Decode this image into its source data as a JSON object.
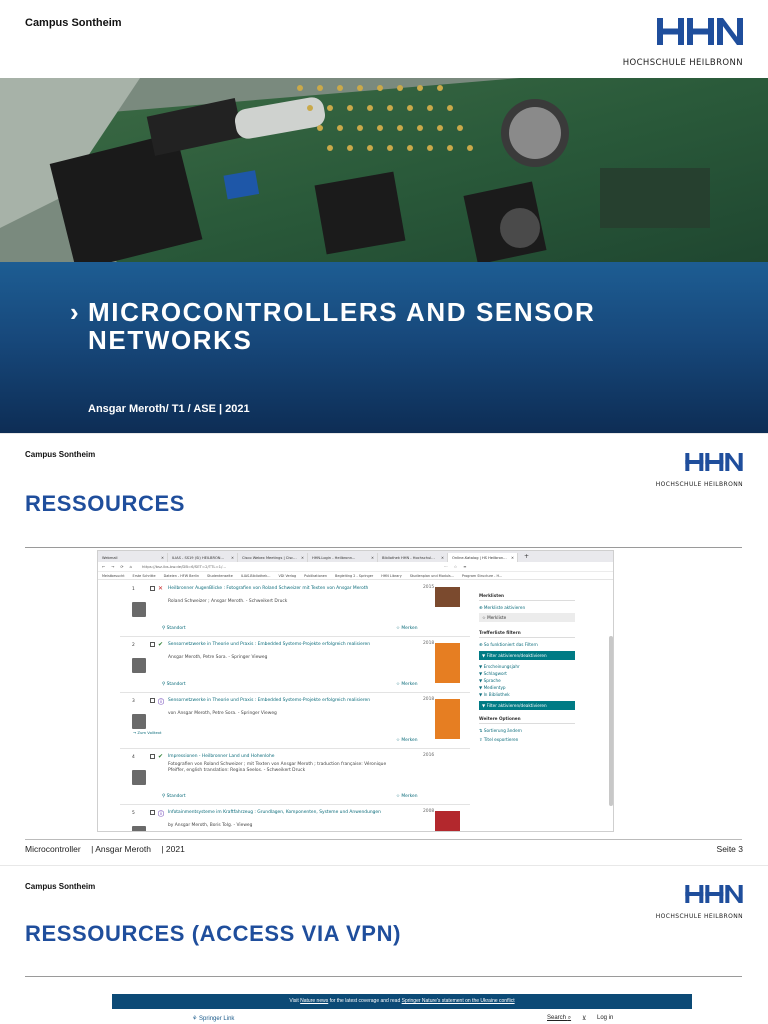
{
  "colors": {
    "brand_blue": "#1f4e9c",
    "band_blue": "#17487b",
    "link_teal": "#0a6b7a",
    "springer_blue": "#0c4a76"
  },
  "logo": {
    "mark": "HHN",
    "subtitle": "HOCHSCHULE HEILBRONN"
  },
  "slide1": {
    "campus": "Campus Sontheim",
    "title_chevron": "›",
    "title_line1": "MICROCONTROLLERS AND SENSOR",
    "title_line2": "NETWORKS",
    "author": "Ansgar Meroth/ T1 / ASE | 2021"
  },
  "slide2": {
    "campus": "Campus Sontheim",
    "heading": "RESSOURCES",
    "browser": {
      "tabs": [
        {
          "label": "Webmail"
        },
        {
          "label": "ILIAS - SS19 (Si) HEILBRON..."
        },
        {
          "label": "Cisco Webex Meetings | Cisc..."
        },
        {
          "label": "HHN-Login - Heilbronn..."
        },
        {
          "label": "Bibliothek HHN - Hochschul..."
        },
        {
          "label": "Online-Katalog | HS Heilbron..."
        }
      ],
      "url": "https://bsz.ibs-bw.de/DB=6/SET=2/TTL=1/...",
      "bookmarks": [
        "Meistbesucht",
        "Erste Schritte",
        "Dateien - HFW Berlin",
        "Studentenseite",
        "ILIAS-Bibliothek...",
        "VDI Verlag",
        "Publikationen",
        "Begleiting 2 - Springer",
        "HHN Library",
        "Studienplan und Moduls...",
        "Program Structure - H..."
      ],
      "results": [
        {
          "num": "1",
          "mark": "✕",
          "mark_color": "#c62828",
          "title": "Heilbronner AugenBlicke : Fotografien von Roland Schweizer mit Texten von Ansgar Meroth",
          "authors": "Roland Schweizer ; Ansgar Meroth. - Schweikert Druck",
          "year": "2015",
          "standort": "Standort",
          "merken": "Merken",
          "cover": "#7b4a2e"
        },
        {
          "num": "2",
          "mark": "✔",
          "mark_color": "#2e7d32",
          "title": "Sensornetzwerke in Theorie und Praxis : Embedded Systems-Projekte erfolgreich realisieren",
          "authors": "Ansgar Meroth, Petre Sora. - Springer Vieweg",
          "year": "2018",
          "standort": "Standort",
          "merken": "Merken",
          "cover": "#e67e22"
        },
        {
          "num": "3",
          "mark": "ⓘ",
          "mark_color": "#6a3fb5",
          "title": "Sensornetzwerke in Theorie und Praxis : Embedded Systems-Projekte erfolgreich realisieren",
          "authors": "von Ansgar Meroth, Petre Sora. - Springer Vieweg",
          "year": "2018",
          "standort": "",
          "merken": "Merken",
          "zum": "→ Zum Volltext",
          "cover": "#e67e22"
        },
        {
          "num": "4",
          "mark": "✔",
          "mark_color": "#2e7d32",
          "title": "Impressionen - Heilbronner Land und Hohenlohe",
          "authors": "Fotografien von Roland Schweizer ; mit Texten von Ansgar Meroth ; traduction française: Véronique Pfeiffer, english translation: Regina Seelos. - Schweikert Druck",
          "year": "2016",
          "standort": "Standort",
          "merken": "Merken",
          "cover": ""
        },
        {
          "num": "5",
          "mark": "ⓘ",
          "mark_color": "#6a3fb5",
          "title": "Infotainmentsysteme im Kraftfahrzeug : Grundlagen, Komponenten, Systeme und Anwendungen",
          "authors": "by Ansgar Meroth, Boris Tolg. - Vieweg",
          "year": "2008",
          "standort": "",
          "merken": "",
          "cover": "#b3282d"
        }
      ],
      "sidebar": {
        "merklisten": "Merklisten",
        "merkliste_akt": "Merkliste aktivieren",
        "merkliste": "Merkliste",
        "filter_head": "Trefferliste filtern",
        "so_funkt": "So funktioniert das Filtern",
        "filter_btn": "Filter aktivieren/deaktivieren",
        "filters": [
          "Erscheinungsjahr",
          "Schlagwort",
          "Sprache",
          "Medientyp",
          "In Bibliothek"
        ],
        "filter_btn2": "Filter aktivieren/deaktivieren",
        "weitere": "Weitere Optionen",
        "sort": "Sortierung ändern",
        "export": "Titel exportieren"
      }
    },
    "footer_course": "Microcontroller",
    "footer_author": "| Ansgar Meroth",
    "footer_year": "| 2021",
    "footer_page": "Seite 3"
  },
  "slide3": {
    "campus": "Campus Sontheim",
    "heading": "RESSOURCES (ACCESS VIA VPN)",
    "banner_pre": "Visit ",
    "banner_link1": "Nature news",
    "banner_mid": " for the latest coverage and read ",
    "banner_link2": "Springer Nature's statement on the Ukraine conflict",
    "springer_logo": "Springer Link",
    "search": "Search",
    "login": "Log in"
  }
}
